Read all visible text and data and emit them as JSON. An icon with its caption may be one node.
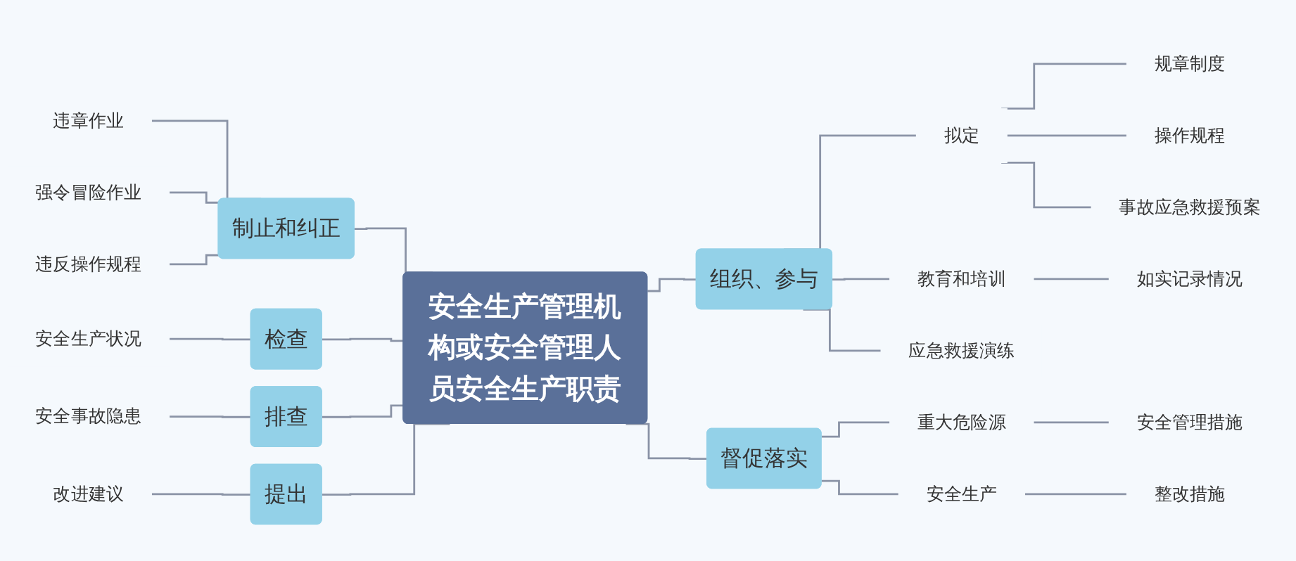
{
  "diagram": {
    "nodes": [
      {
        "text": [
          "安全生产管理机构或安全管理人员安全生产职责"
        ]
      },
      {
        "text": [
          "制止和纠正"
        ]
      },
      {
        "text": [
          "违章作业"
        ]
      },
      {
        "text": [
          "强令冒险作业"
        ]
      },
      {
        "text": [
          "违反操作规程"
        ]
      },
      {
        "text": [
          "检查"
        ]
      },
      {
        "text": [
          "安全生产状况"
        ]
      },
      {
        "text": [
          "排查"
        ]
      },
      {
        "text": [
          "安全事故隐患"
        ]
      },
      {
        "text": [
          "提出"
        ]
      },
      {
        "text": [
          "改进建议"
        ]
      },
      {
        "text": [
          "组织、参与"
        ]
      },
      {
        "text": [
          "拟定"
        ]
      },
      {
        "text": [
          "规章制度"
        ]
      },
      {
        "text": [
          "操作规程"
        ]
      },
      {
        "text": [
          "事故应急救援预案"
        ]
      },
      {
        "text": [
          "教育和培训"
        ]
      },
      {
        "text": [
          "如实记录情况"
        ]
      },
      {
        "text": [
          "应急救援演练"
        ]
      },
      {
        "text": [
          "督促落实"
        ]
      },
      {
        "text": [
          "重大危险源"
        ]
      },
      {
        "text": [
          "安全管理措施"
        ]
      },
      {
        "text": [
          "安全生产"
        ]
      },
      {
        "text": [
          "整改措施"
        ]
      }
    ],
    "edges": [
      {
        "from": 1,
        "to": 0,
        "arrow": "none"
      },
      {
        "from": 2,
        "to": 1,
        "arrow": "none"
      },
      {
        "from": 3,
        "to": 1,
        "arrow": "none"
      },
      {
        "from": 4,
        "to": 1,
        "arrow": "none"
      },
      {
        "from": 5,
        "to": 0,
        "arrow": "none"
      },
      {
        "from": 6,
        "to": 5,
        "arrow": "none"
      },
      {
        "from": 7,
        "to": 0,
        "arrow": "none"
      },
      {
        "from": 8,
        "to": 7,
        "arrow": "none"
      },
      {
        "from": 9,
        "to": 0,
        "arrow": "none"
      },
      {
        "from": 10,
        "to": 9,
        "arrow": "none"
      },
      {
        "from": 0,
        "to": 11,
        "arrow": "none"
      },
      {
        "from": 11,
        "to": 12,
        "arrow": "none"
      },
      {
        "from": 12,
        "to": 13,
        "arrow": "none"
      },
      {
        "from": 12,
        "to": 14,
        "arrow": "none"
      },
      {
        "from": 12,
        "to": 15,
        "arrow": "none"
      },
      {
        "from": 11,
        "to": 16,
        "arrow": "none"
      },
      {
        "from": 16,
        "to": 17,
        "arrow": "none"
      },
      {
        "from": 11,
        "to": 18,
        "arrow": "none"
      },
      {
        "from": 0,
        "to": 19,
        "arrow": "none"
      },
      {
        "from": 19,
        "to": 20,
        "arrow": "none"
      },
      {
        "from": 20,
        "to": 21,
        "arrow": "none"
      },
      {
        "from": 19,
        "to": 22,
        "arrow": "none"
      },
      {
        "from": 22,
        "to": 23,
        "arrow": "none"
      }
    ]
  }
}
